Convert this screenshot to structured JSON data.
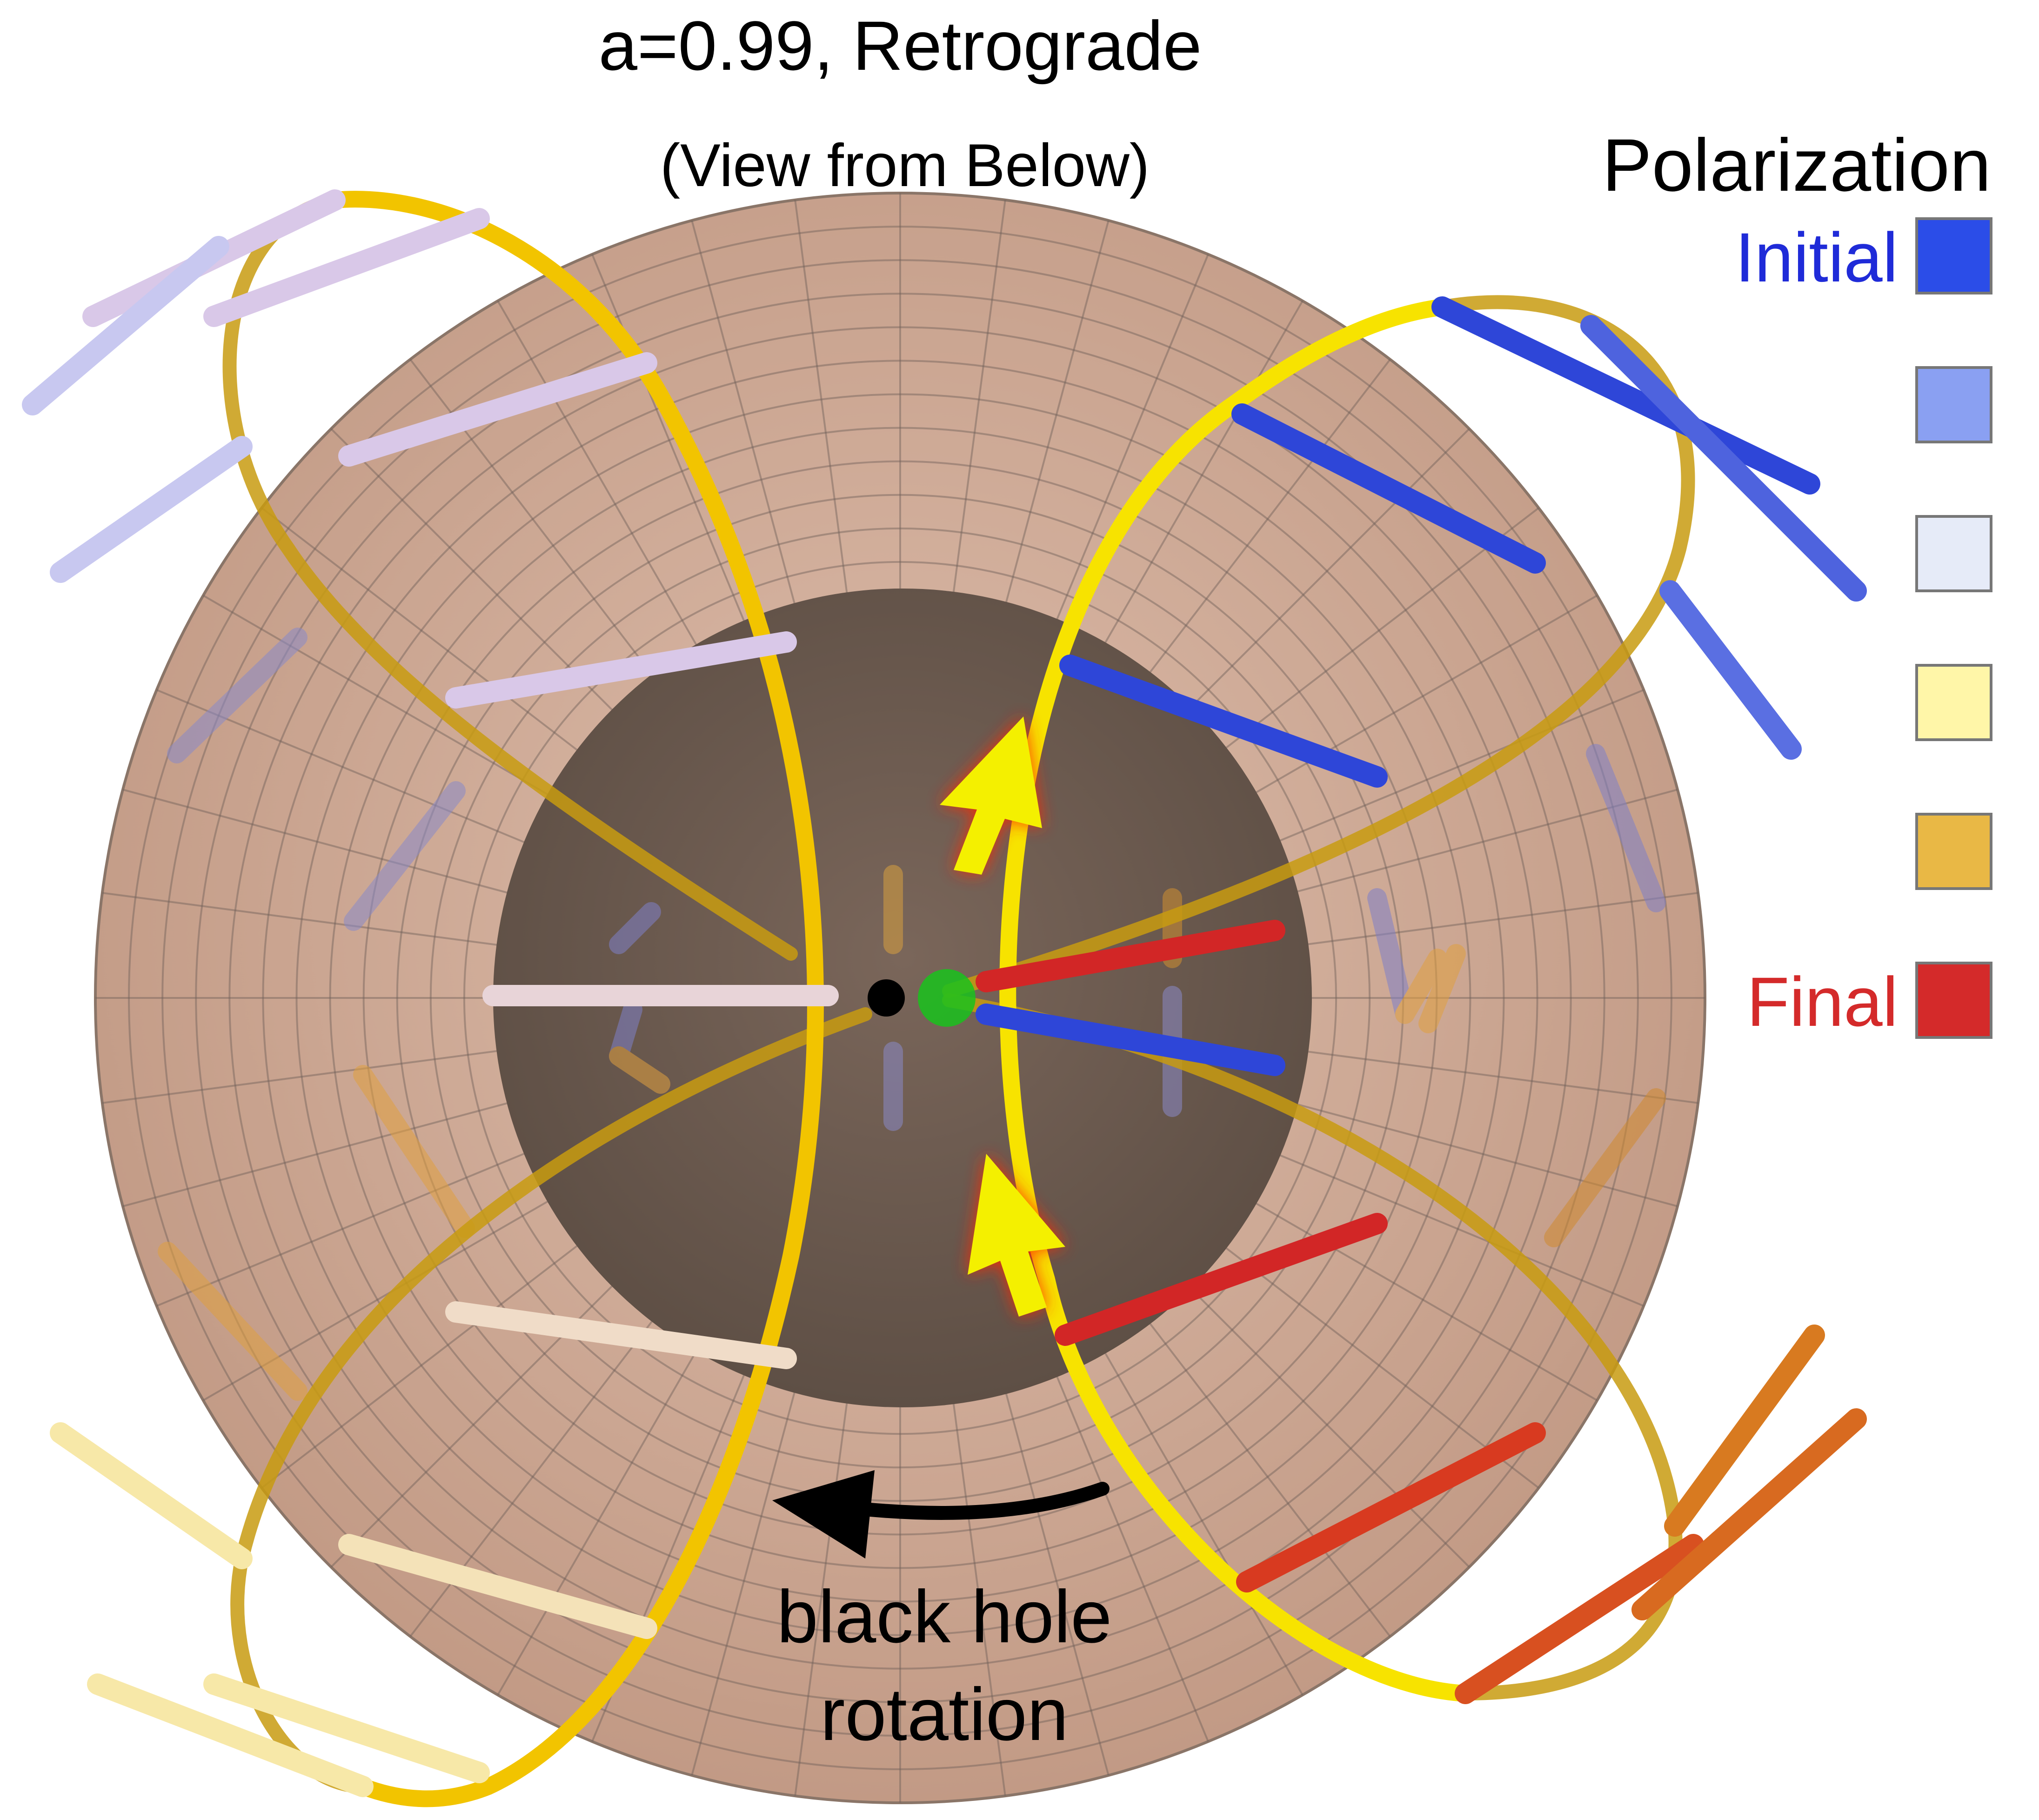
{
  "title": "a=0.99, Retrograde",
  "subtitle": "(View from Below)",
  "annotation": {
    "line1": "black hole",
    "line2": "rotation"
  },
  "legend": {
    "heading": "Polarization",
    "entries": [
      {
        "label": "Initial",
        "color": "#2b4de8",
        "label_color": "#1f2bd8"
      },
      {
        "label": "",
        "color": "#8aa0f2",
        "label_color": ""
      },
      {
        "label": "",
        "color": "#e6ebf8",
        "label_color": ""
      },
      {
        "label": "",
        "color": "#fff6a8",
        "label_color": ""
      },
      {
        "label": "",
        "color": "#e9b845",
        "label_color": ""
      },
      {
        "label": "Final",
        "color": "#d42a2a",
        "label_color": "#d42a2a"
      }
    ]
  },
  "colors": {
    "ergosphere": "#c9a48f",
    "horizon": "#6b5a4e",
    "orbit_light": "#ffe400",
    "orbit_dark": "#d08a00",
    "arrow_fill": "#f4f000",
    "arrow_glow": "#ff2a00",
    "singularity": "#000000",
    "observer": "#19c21c"
  }
}
